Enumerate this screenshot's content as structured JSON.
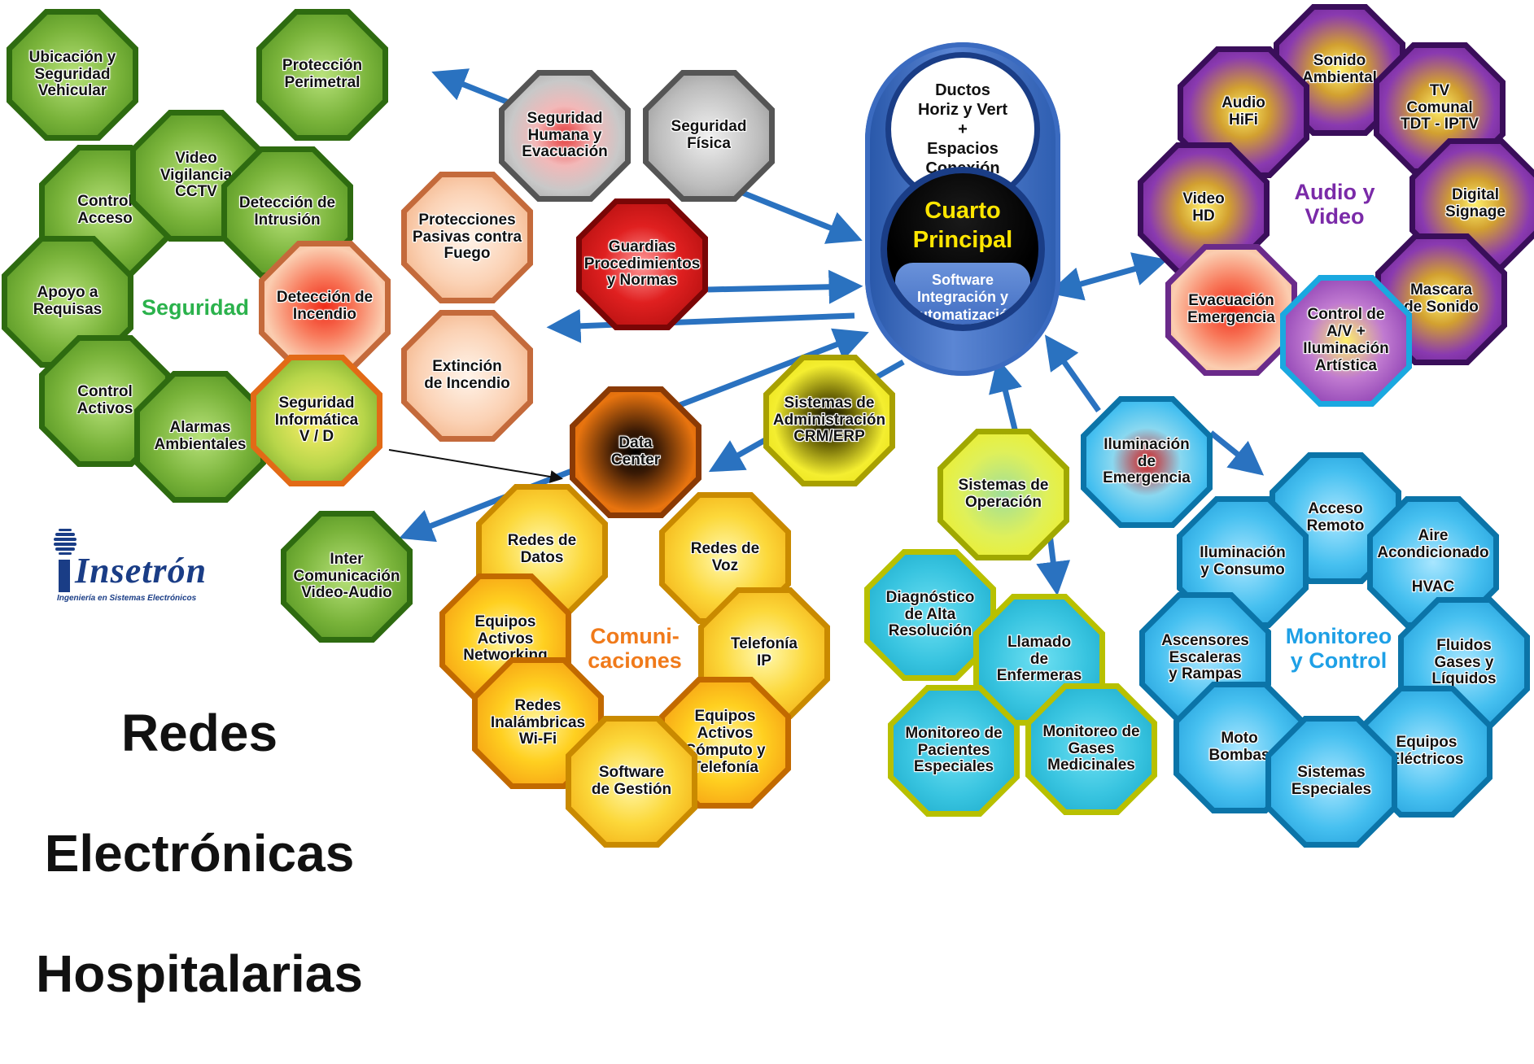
{
  "title": [
    "Redes",
    "Electrónicas",
    "Hospitalarias"
  ],
  "logo": {
    "name": "Insetrón",
    "tagline": "Ingeniería en Sistemas Electrónicos"
  },
  "center": {
    "top": "Ductos\nHoriz y Vert\n+\nEspacios\nConexión",
    "title": "Cuarto\nPrincipal",
    "software": "Software\nIntegración y\nAutomatización"
  },
  "ring_labels": {
    "seguridad": "Seguridad",
    "comunicaciones": "Comuni-\ncaciones",
    "audio_video": "Audio y\nVideo",
    "monitoreo": "Monitoreo\ny Control"
  },
  "colors": {
    "seguridad_label": "#2bb24c",
    "comunicaciones_label": "#f07a1a",
    "audio_video_label": "#7a2aa8",
    "monitoreo_label": "#1ea0e6",
    "arrow": "#2a72c0",
    "center_title": "#ffe600"
  },
  "nodes": [
    {
      "id": "ubicacion",
      "label": "Ubicación y\nSeguridad\nVehicular"
    },
    {
      "id": "perimetral",
      "label": "Protección\nPerimetral"
    },
    {
      "id": "control-acceso",
      "label": "Control\nAcceso"
    },
    {
      "id": "video-vigilancia",
      "label": "Video\nVigilancia\nCCTV"
    },
    {
      "id": "intrusion",
      "label": "Detección de\nIntrusión"
    },
    {
      "id": "requisas",
      "label": "Apoyo a\nRequisas"
    },
    {
      "id": "incendio-det",
      "label": "Detección de\nIncendio"
    },
    {
      "id": "control-activos",
      "label": "Control\nActivos"
    },
    {
      "id": "alarmas",
      "label": "Alarmas\nAmbientales"
    },
    {
      "id": "seg-informatica",
      "label": "Seguridad\nInformática\nV / D"
    },
    {
      "id": "seg-humana",
      "label": "Seguridad\nHumana y\nEvacuación"
    },
    {
      "id": "seg-fisica",
      "label": "Seguridad\nFísica"
    },
    {
      "id": "protecciones",
      "label": "Protecciones\nPasivas contra\nFuego"
    },
    {
      "id": "guardias",
      "label": "Guardias\nProcedimientos\ny Normas"
    },
    {
      "id": "extincion",
      "label": "Extinción\nde Incendio"
    },
    {
      "id": "data-center",
      "label": "Data\nCenter"
    },
    {
      "id": "crm",
      "label": "Sistemas de\nAdministración\nCRM/ERP"
    },
    {
      "id": "intercom",
      "label": "Inter\nComunicación\nVideo-Audio"
    },
    {
      "id": "redes-datos",
      "label": "Redes de\nDatos"
    },
    {
      "id": "redes-voz",
      "label": "Redes de\nVoz"
    },
    {
      "id": "networking",
      "label": "Equipos\nActivos\nNetworking"
    },
    {
      "id": "telefonia",
      "label": "Telefonía\nIP"
    },
    {
      "id": "wifi",
      "label": "Redes\nInalámbricas\nWi-Fi"
    },
    {
      "id": "computo",
      "label": "Equipos\nActivos\nCómputo y\nTelefonía"
    },
    {
      "id": "software-gestion",
      "label": "Software\nde Gestión"
    },
    {
      "id": "sist-operacion",
      "label": "Sistemas de\nOperación"
    },
    {
      "id": "ilum-emergencia",
      "label": "Iluminación\nde\nEmergencia"
    },
    {
      "id": "diagnostico",
      "label": "Diagnóstico\nde Alta\nResolución"
    },
    {
      "id": "llamado",
      "label": "Llamado\nde\nEnfermeras"
    },
    {
      "id": "mon-pacientes",
      "label": "Monitoreo de\nPacientes\nEspeciales"
    },
    {
      "id": "mon-gases",
      "label": "Monitoreo de\nGases\nMedicinales"
    },
    {
      "id": "sonido",
      "label": "Sonido\nAmbiental"
    },
    {
      "id": "hifi",
      "label": "Audio\nHiFi"
    },
    {
      "id": "tv",
      "label": "TV\nComunal\nTDT - IPTV"
    },
    {
      "id": "video-hd",
      "label": "Video\nHD"
    },
    {
      "id": "signage",
      "label": "Digital\nSignage"
    },
    {
      "id": "evac-emergencia",
      "label": "Evacuación\nEmergencia"
    },
    {
      "id": "mascara",
      "label": "Mascara\nde Sonido"
    },
    {
      "id": "control-av",
      "label": "Control de\nA/V +\nIluminación\nArtística"
    },
    {
      "id": "acceso-remoto",
      "label": "Acceso\nRemoto"
    },
    {
      "id": "ilum-consumo",
      "label": "Iluminación\ny Consumo"
    },
    {
      "id": "aire",
      "label": "Aire\nAcondicionado\n\nHVAC"
    },
    {
      "id": "ascensores",
      "label": "Ascensores\nEscaleras\ny Rampas"
    },
    {
      "id": "fluidos",
      "label": "Fluidos\nGases y\nLíquidos"
    },
    {
      "id": "moto-bombas",
      "label": "Moto\nBombas"
    },
    {
      "id": "equipos-electricos",
      "label": "Equipos\nEléctricos"
    },
    {
      "id": "sist-especiales",
      "label": "Sistemas\nEspeciales"
    }
  ]
}
